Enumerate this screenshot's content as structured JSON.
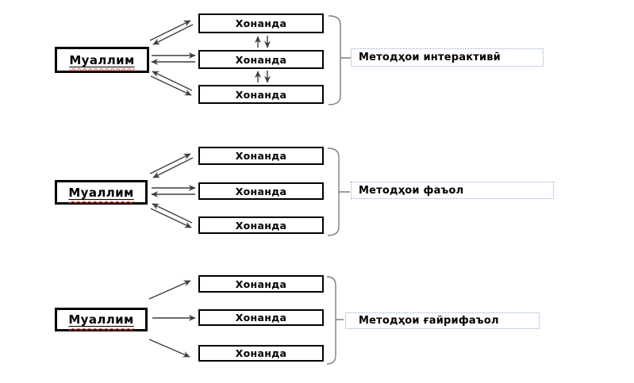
{
  "diagram": {
    "teacher_label": "Муаллим",
    "student_label": "Хонанда",
    "groups": [
      {
        "name": "interactive-methods",
        "label": "Методҳои интерактивӣ"
      },
      {
        "name": "active-methods",
        "label": "Методҳои фаъол"
      },
      {
        "name": "passive-methods",
        "label": "Методҳои ғайрифаъол"
      }
    ],
    "colors": {
      "background": "#ffffff",
      "box_border": "#000000",
      "text": "#000000",
      "arrow": "#3f3f3f",
      "bracket": "#7f7f7f",
      "label_box_border": "#8fa9cc",
      "spellcheck_underline": "#e03c31"
    }
  }
}
